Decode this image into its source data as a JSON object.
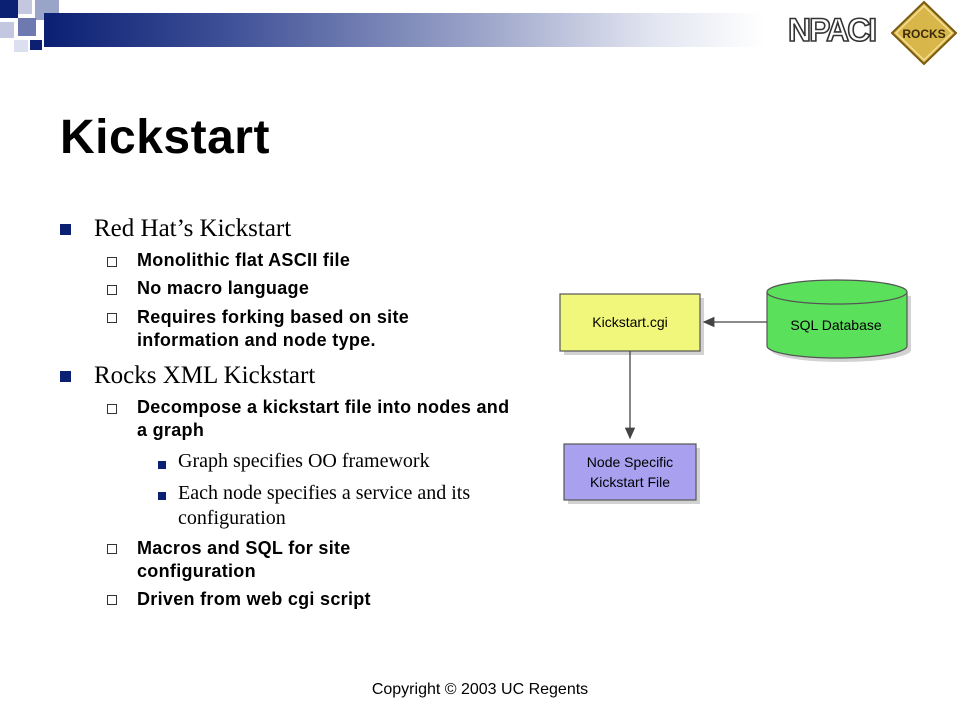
{
  "logos": {
    "npaci": "NPACI",
    "rocks": "ROCKS"
  },
  "colors": {
    "accent": "#0b1f73",
    "kickstart_box": "#f0f77a",
    "sql_cylinder": "#5be05b",
    "node_box": "#a9a0f0"
  },
  "slide": {
    "title": "Kickstart",
    "bullets": [
      {
        "text": "Red Hat’s Kickstart",
        "children": [
          {
            "text": "Monolithic flat ASCII file"
          },
          {
            "text": "No macro language"
          },
          {
            "text": "Requires forking based on site information and node type."
          }
        ]
      },
      {
        "text": "Rocks XML Kickstart",
        "children": [
          {
            "text": "Decompose a kickstart file into nodes and a graph",
            "children": [
              {
                "text": "Graph specifies OO framework"
              },
              {
                "text": "Each node specifies a service and its configuration"
              }
            ]
          },
          {
            "text": "Macros and SQL for site configuration"
          },
          {
            "text": "Driven from web cgi script"
          }
        ]
      }
    ]
  },
  "diagram": {
    "kickstart_cgi": "Kickstart.cgi",
    "sql_database": "SQL Database",
    "node_file_line1": "Node Specific",
    "node_file_line2": "Kickstart File"
  },
  "footer": "Copyright © 2003 UC Regents"
}
